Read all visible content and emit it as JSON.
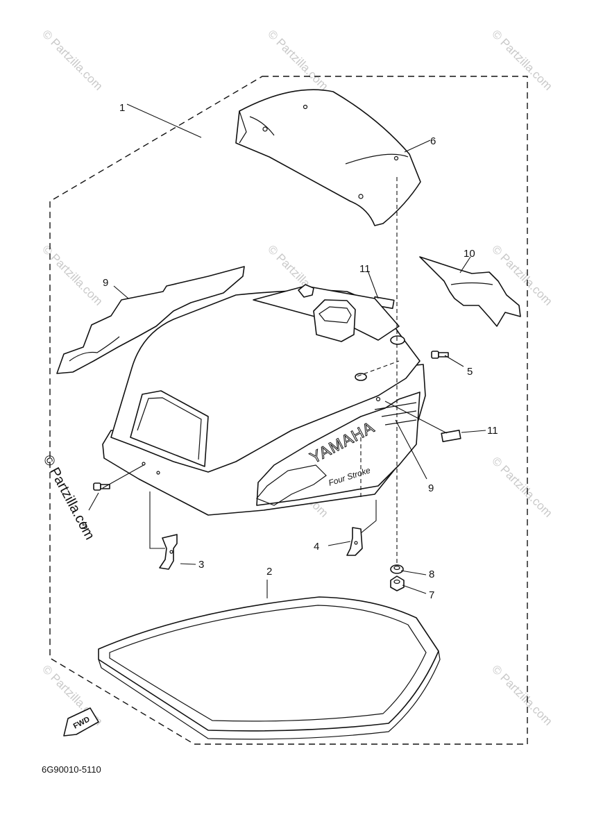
{
  "watermark": {
    "text": "© Partzilla.com"
  },
  "copyright_side": "© Partzilla.com",
  "diagram_code": "6G90010-5110",
  "fwd_label": "FWD",
  "cowling": {
    "brand": "YAMAHA",
    "sub": "Four Stroke"
  },
  "callouts": {
    "c1": "1",
    "c2": "2",
    "c3": "3",
    "c4": "4",
    "c5a": "5",
    "c5b": "5",
    "c6": "6",
    "c7": "7",
    "c8": "8",
    "c9a": "9",
    "c9b": "9",
    "c10": "10",
    "c11a": "11",
    "c11b": "11"
  }
}
